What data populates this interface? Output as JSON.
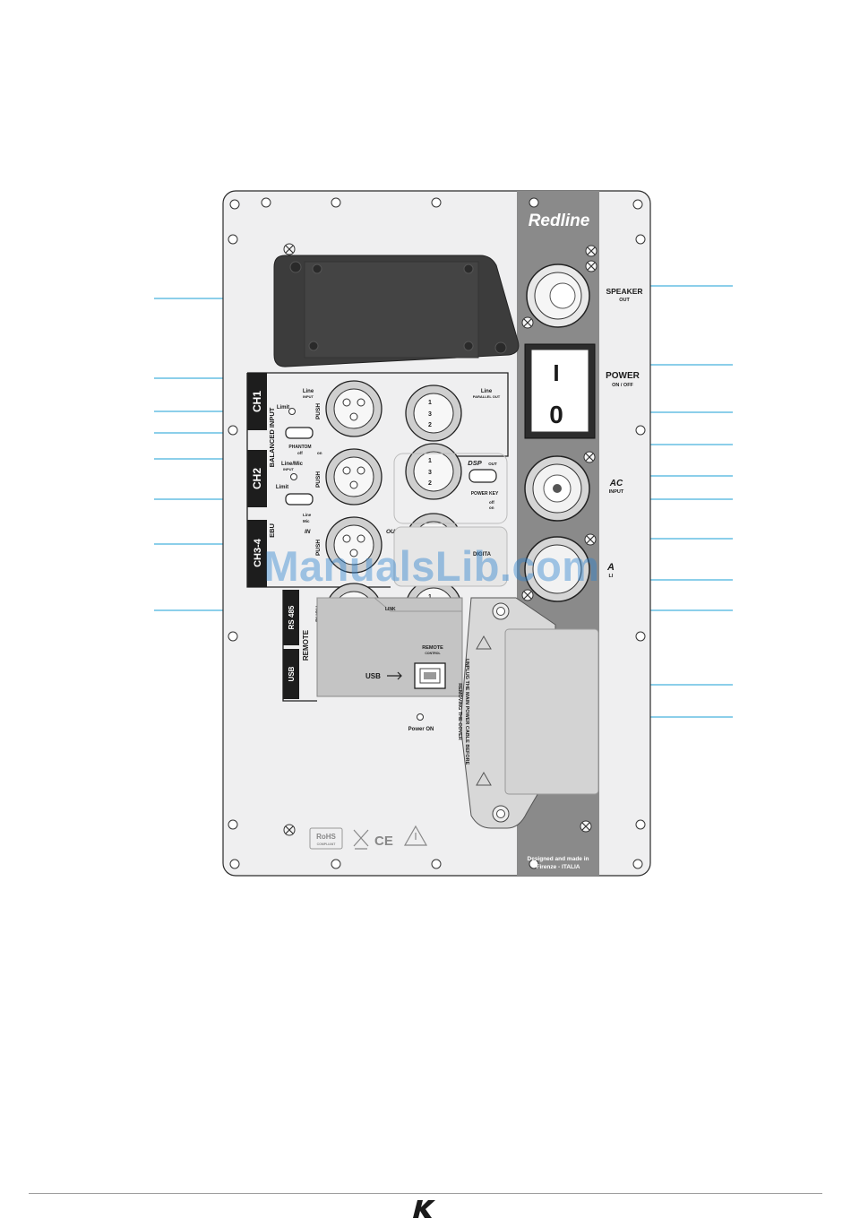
{
  "brand": {
    "series_logo": "Redline",
    "manufacturer_logo": "K"
  },
  "watermark": "ManualsLib.com",
  "labels": {
    "speaker_out": "SPEAKER",
    "speaker_out_sub": "OUT",
    "power": "POWER",
    "power_sub": "ON / OFF",
    "switch_on": "I",
    "switch_off": "0",
    "ac_input": "AC",
    "ac_input_sub": "INPUT",
    "ac_link": "A",
    "ac_link_sub": "LI",
    "ch1": "CH1",
    "ch2": "CH2",
    "ch34": "CH3-4",
    "balanced_input": "BALANCED INPUT",
    "aes_ebu": "EBU",
    "line_input": "Line",
    "line_input_sub": "INPUT",
    "line_mic_input": "Line/Mic",
    "line_mic_input_sub": "INPUT",
    "limit_1": "Limit",
    "limit_2": "Limit",
    "phantom": "PHANTOM",
    "phantom_off": "off",
    "phantom_on": "on",
    "sel_line": "Line",
    "sel_mic": "Mic",
    "line_parallel_out": "Line",
    "line_parallel_out_sub": "PARALLEL OUT",
    "dsp_out": "DSP",
    "dsp_out_sub": "OUT",
    "power_key": "POWER KEY",
    "power_key_off": "off",
    "power_key_on": "on",
    "aes_in": "IN",
    "aes_out": "OUT",
    "digital": "DIGITA",
    "link": "LINK",
    "rs485": "RS 485",
    "remote": "REMOTE",
    "usb_side": "USB",
    "remote_control": "REMOTE",
    "remote_control_sub": "CONTROL",
    "usb_port": "USB",
    "power_on": "Power ON",
    "push": "PUSH",
    "pin_1": "1",
    "pin_2": "2",
    "pin_3": "3",
    "warning_1": "UNPLUG THE MAIN POWER CABLE BEFORE",
    "warning_2": "REMOVING THE COVER",
    "designed_1": "Designed and made in",
    "designed_2": "Firenze - ITALIA",
    "rohs": "RoHS",
    "rohs_sub": "COMPLIANT",
    "ce": "CE"
  },
  "colors": {
    "panel": "#efeff0",
    "stripe": "#8a8a8a",
    "callout": "#1a9fd6",
    "dark_module": "#3c3c3c",
    "usb_module": "#bfbfbf"
  }
}
